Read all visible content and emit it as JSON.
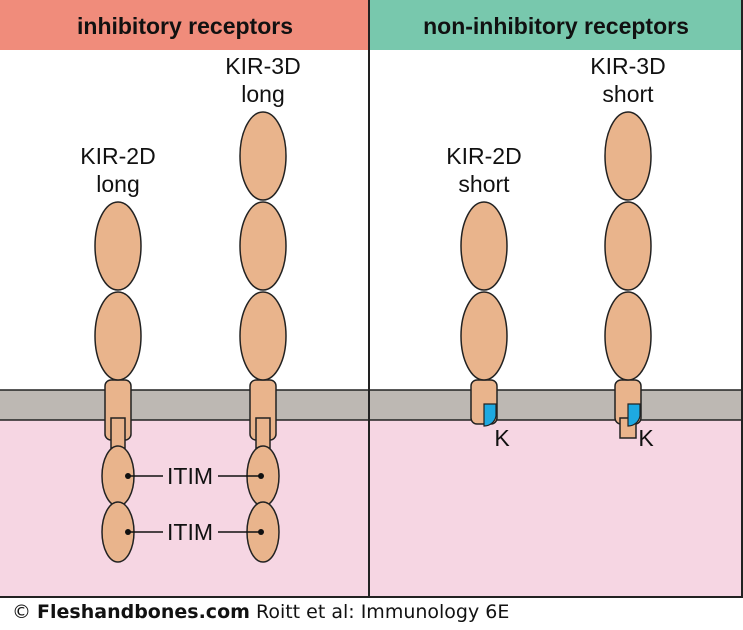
{
  "panels": [
    {
      "title": "inhibitory receptors",
      "header_color": "#f08c7b",
      "receptors": [
        {
          "name_line1": "KIR-2D",
          "name_line2": "long",
          "ig_domains": 2,
          "tail": "long",
          "itim_count": 2
        },
        {
          "name_line1": "KIR-3D",
          "name_line2": "long",
          "ig_domains": 3,
          "tail": "long",
          "itim_count": 2
        }
      ],
      "motif_label": "ITIM"
    },
    {
      "title": "non-inhibitory receptors",
      "header_color": "#78c8ad",
      "receptors": [
        {
          "name_line1": "KIR-2D",
          "name_line2": "short",
          "ig_domains": 2,
          "tail": "short",
          "residue_label": "K"
        },
        {
          "name_line1": "KIR-3D",
          "name_line2": "short",
          "ig_domains": 3,
          "tail": "short",
          "residue_label": "K"
        }
      ]
    }
  ],
  "colors": {
    "extracellular": "#ffffff",
    "membrane": "#bdb8b3",
    "cytoplasm": "#f6d6e3",
    "domain_fill": "#e9b48c",
    "lysine": "#1ea9e1",
    "outline": "#222222"
  },
  "credit": {
    "symbol": "©",
    "site": "Fleshandbones.com",
    "citation": "Roitt et al: Immunology 6E"
  }
}
